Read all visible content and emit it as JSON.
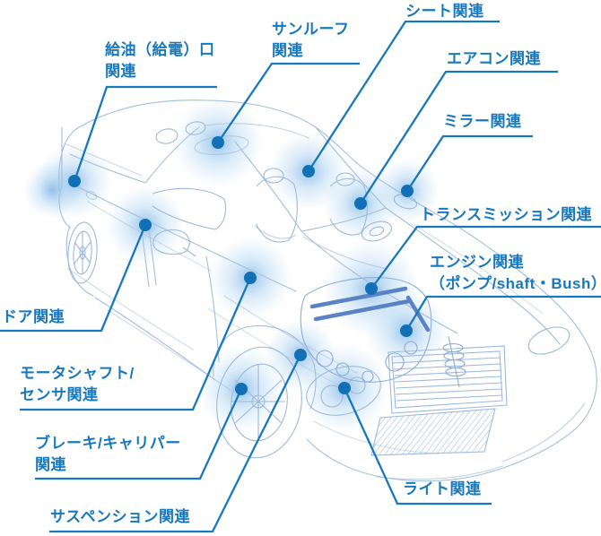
{
  "labels": [
    {
      "name": "seat",
      "text": "シート関連"
    },
    {
      "name": "sunroof",
      "text": "サンルーフ\n関連"
    },
    {
      "name": "fuel-port",
      "text": "給油（給電）口\n関連"
    },
    {
      "name": "aircon",
      "text": "エアコン関連"
    },
    {
      "name": "mirror",
      "text": "ミラー関連"
    },
    {
      "name": "transmission",
      "text": "トランスミッション関連"
    },
    {
      "name": "engine",
      "text": "エンジン関連\n（ポンプ/shaft・Bush）"
    },
    {
      "name": "door",
      "text": "ドア関連"
    },
    {
      "name": "motor-shaft",
      "text": "モータシャフト/\nセンサ関連"
    },
    {
      "name": "brake",
      "text": "ブレーキ/キャリパー\n関連"
    },
    {
      "name": "suspension",
      "text": "サスペンション関連"
    },
    {
      "name": "light",
      "text": "ライト関連"
    }
  ],
  "colors": {
    "label_text": "#1878be",
    "leader_line": "#1878be",
    "marker_dot": "#1270b6",
    "hotspot_glow": "#9cc6ea",
    "car_wireframe": "#a4bedd",
    "engine_dark_part": "#5b82c2"
  }
}
